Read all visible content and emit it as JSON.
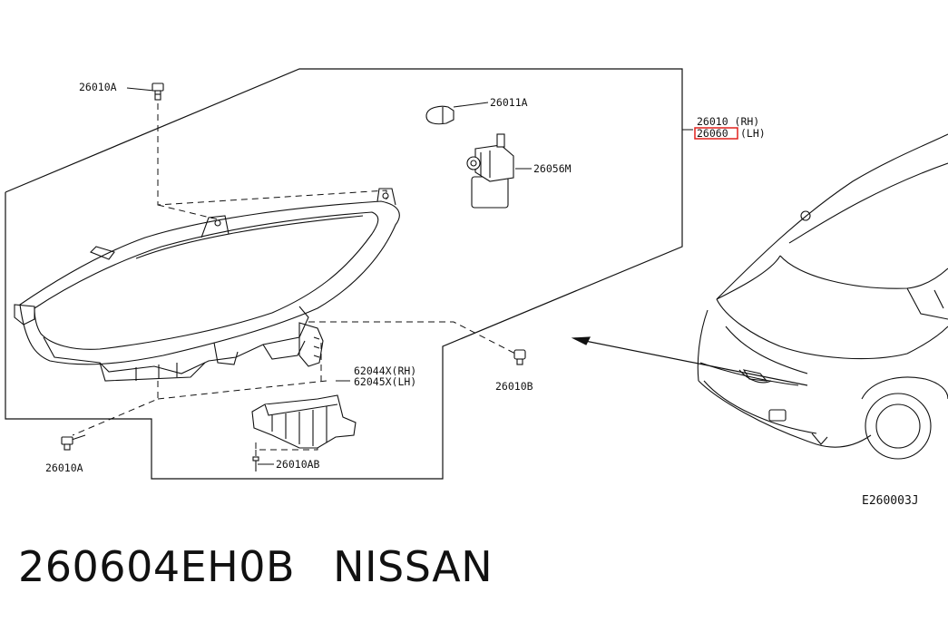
{
  "diagram": {
    "code": "E260003J",
    "parts": {
      "clip_upper": "26010A",
      "bulb_socket": "26011A",
      "headlamp_rh": "26010 (RH)",
      "headlamp_lh_number": "26060",
      "headlamp_lh_side": "(LH)",
      "leveling_motor": "26056M",
      "bracket_rh": "62044X(RH)",
      "bracket_lh": "62045X(LH)",
      "clip_right": "26010B",
      "clip_lower": "26010A",
      "screw": "26010AB"
    },
    "highlight_color": "#e0201c"
  },
  "caption": {
    "part_number": "260604EH0B",
    "brand": "NISSAN"
  }
}
